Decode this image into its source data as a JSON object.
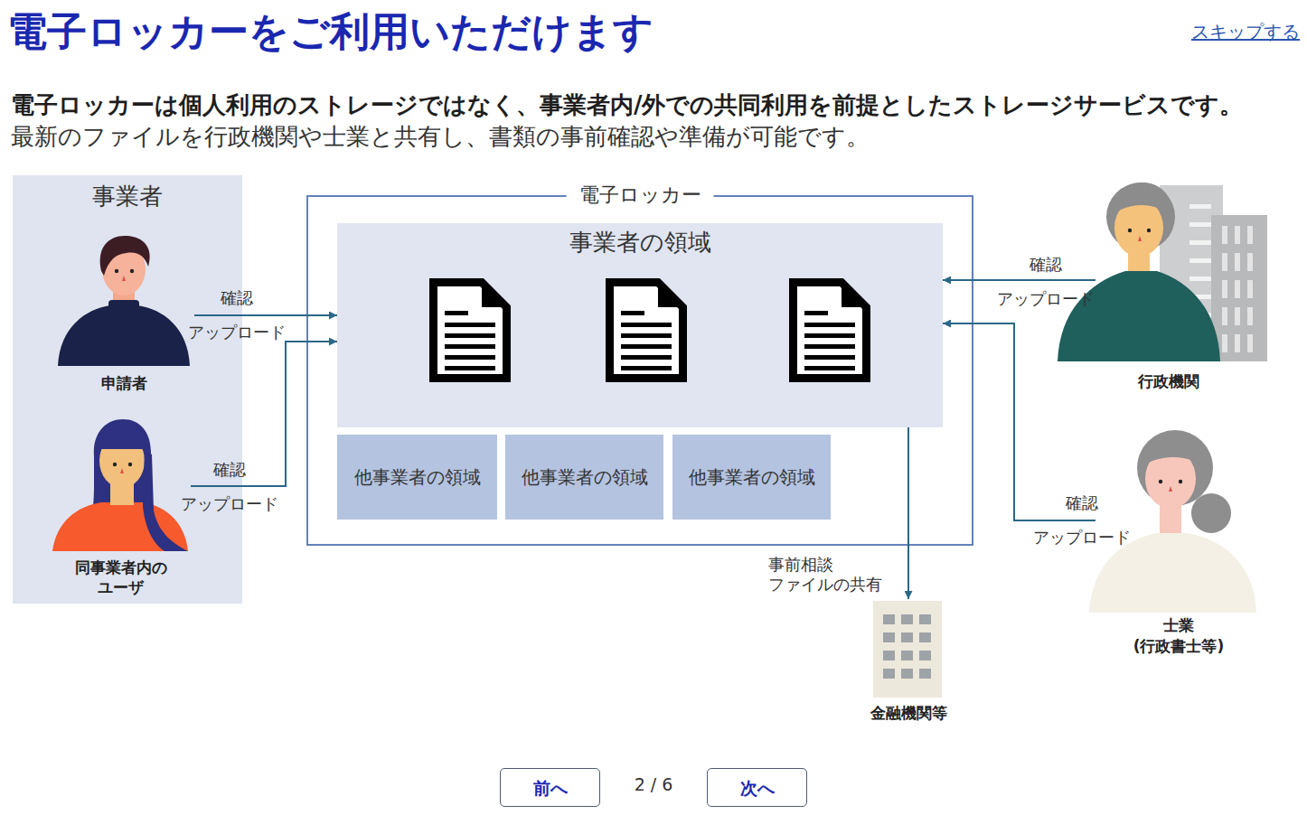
{
  "diagram": {
    "title": "電子ロッカーをご利用いただけます",
    "nodes": [
      {
        "text": [
          "事業者"
        ]
      },
      {
        "text": [
          "申請者"
        ],
        "in": 0
      },
      {
        "text": [
          "同事業者内の ユーザ"
        ],
        "in": 0
      },
      {
        "text": [
          "電子ロッカー"
        ]
      },
      {
        "text": [
          "事業者の領域"
        ],
        "in": 3
      },
      {
        "text": [
          "他事業者の領域"
        ],
        "in": 3
      },
      {
        "text": [
          "他事業者の領域"
        ],
        "in": 3
      },
      {
        "text": [
          "他事業者の領域"
        ],
        "in": 3
      },
      {
        "text": [
          "行政機関"
        ]
      },
      {
        "text": [
          "士業 (行政書士等)"
        ]
      },
      {
        "text": [
          "金融機関等"
        ]
      },
      {
        "text": [
          "前へ"
        ]
      },
      {
        "text": [
          "次へ"
        ]
      }
    ],
    "edges": [
      {
        "from": 1,
        "to": 4,
        "arrow": "to",
        "label": "確認 アップロード"
      },
      {
        "from": 2,
        "to": 4,
        "arrow": "to",
        "label": "確認 アップロード"
      },
      {
        "from": 8,
        "to": 4,
        "arrow": "to",
        "label": "確認 アップロード"
      },
      {
        "from": 9,
        "to": 4,
        "arrow": "to",
        "label": "確認 アップロード"
      },
      {
        "from": 4,
        "to": 10,
        "arrow": "to",
        "label": "事前相談 ファイルの共有"
      }
    ],
    "labels": [
      "スキップする",
      "電子ロッカーは個人利用のストレージではなく、事業者内/外での共同利用を前提としたストレージサービスです。",
      "最新のファイルを行政機関や士業と共有し、書類の事前確認や準備が可能です。",
      "2 / 6"
    ]
  }
}
